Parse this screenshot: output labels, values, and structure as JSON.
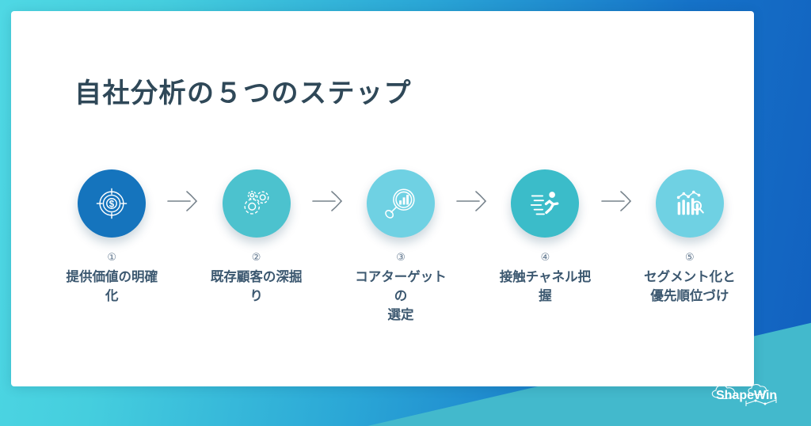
{
  "slide": {
    "title": "自社分析の５つのステップ",
    "background": {
      "gradient_from": "#4fd8e4",
      "gradient_to": "#1260bf",
      "wedge_color": "#43b9cc",
      "card_color": "#ffffff"
    },
    "title_color": "#2f4858",
    "label_color": "#3c5870",
    "number_color": "#5b728a",
    "arrow_color": "#77838c"
  },
  "steps": [
    {
      "number": "①",
      "label": "提供価値の明確化",
      "icon": "target-dollar-icon",
      "color": "#1574bd"
    },
    {
      "number": "②",
      "label": "既存顧客の深掘り",
      "icon": "gears-icon",
      "color": "#4cc2ce"
    },
    {
      "number": "③",
      "label": "コアターゲットの\n選定",
      "icon": "magnifier-bar-chart-icon",
      "color": "#6fd1e3"
    },
    {
      "number": "④",
      "label": "接触チャネル把握",
      "icon": "running-person-icon",
      "color": "#3bbcc9"
    },
    {
      "number": "⑤",
      "label": "セグメント化と\n優先順位づけ",
      "icon": "bar-chart-magnifier-icon",
      "color": "#6fd1e3"
    }
  ],
  "arrows": [
    {
      "name": "arrow-1-to-2"
    },
    {
      "name": "arrow-2-to-3"
    },
    {
      "name": "arrow-3-to-4"
    },
    {
      "name": "arrow-4-to-5"
    }
  ],
  "logo": {
    "text": "ShapeWin",
    "color": "#ffffff"
  }
}
